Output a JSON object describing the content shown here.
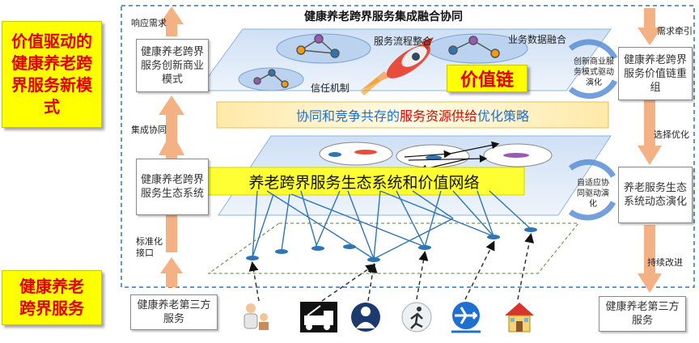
{
  "title": "健康养老跨界服务集成融合协同",
  "left_badges": {
    "top": "价值驱动的健康养老跨界服务新模式",
    "bottom": "健康养老跨界服务"
  },
  "left_boxes": {
    "top": "健康养老跨界服务创新商业模式",
    "middle": "健康养老跨界服务生态系统",
    "bottom": "健康养老第三方服务"
  },
  "right_boxes": {
    "top": "健康养老跨界服务价值链重组",
    "middle": "养老服务生态系统动态演化",
    "bottom": "健康养老第三方服务"
  },
  "left_arrow_labels": {
    "response": "响应需求",
    "integration": "集成协同",
    "standard": "标准化接口"
  },
  "right_arrow_labels": {
    "demand": "需求牵引",
    "select": "选择优化",
    "improve": "持续改进"
  },
  "cycles": {
    "top": "创新商业服务模式驱动演化",
    "bottom": "自适应协同驱动演化"
  },
  "top_plane": {
    "process": "服务流程整合",
    "data": "业务数据融合",
    "trust": "信任机制",
    "value_chain": "价值链"
  },
  "strategy_banner": {
    "part1": "协同和竞争共存的",
    "part2": "服务资源供给",
    "part3": "优化策略"
  },
  "ecosystem_banner": "养老跨界服务生态系统和价值网络",
  "bottom_icons": [
    "caregiver-icon",
    "tow-truck-icon",
    "doctor-icon",
    "runner-icon",
    "airplane-icon",
    "house-icon"
  ],
  "colors": {
    "badge_fill": "#ffff00",
    "badge_text": "#e00000",
    "arrow": "#f4b183",
    "plane_fill": "#dbe8f7",
    "node": "#2e75b6",
    "accent_blue": "#1f6fd1",
    "accent_red": "#e00000"
  }
}
